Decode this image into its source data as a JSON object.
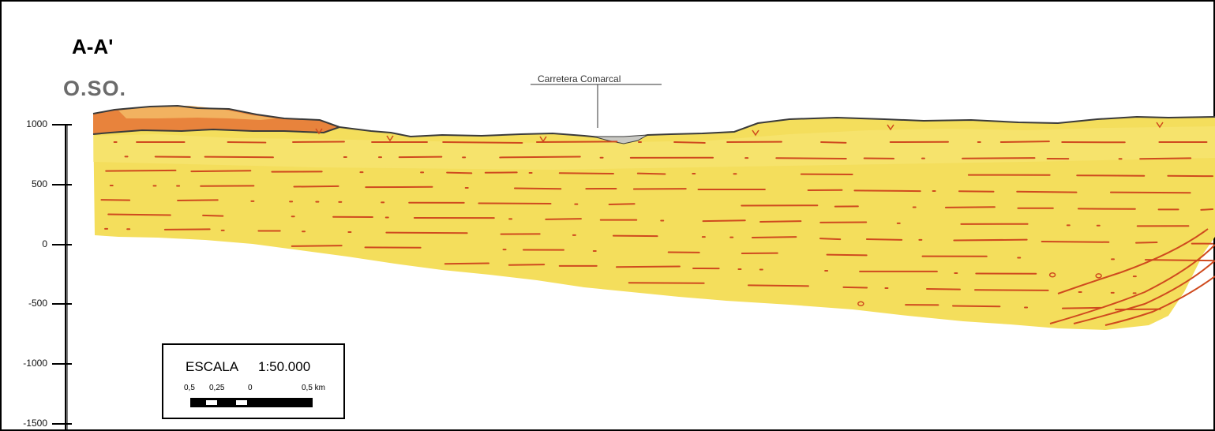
{
  "title": "A-A'",
  "orientation": "O.SO.",
  "road_label": "Carretera Comarcal",
  "axis": {
    "ticks": [
      "1000",
      "500",
      "0",
      "-500",
      "-1000",
      "-1500"
    ]
  },
  "scale": {
    "label": "ESCALA",
    "ratio": "1:50.000",
    "bar_labels": [
      "0,5",
      "0,25",
      "0",
      "0,5 km"
    ]
  },
  "colors": {
    "fill_main": "#f4de5c",
    "fill_light": "#f8e98a",
    "fill_orange": "#e8833c",
    "fill_orange_light": "#f2b260",
    "strata_lines": "#cf4a1e",
    "outline": "#3a3a3a",
    "road_fill": "#c9c9c4"
  }
}
